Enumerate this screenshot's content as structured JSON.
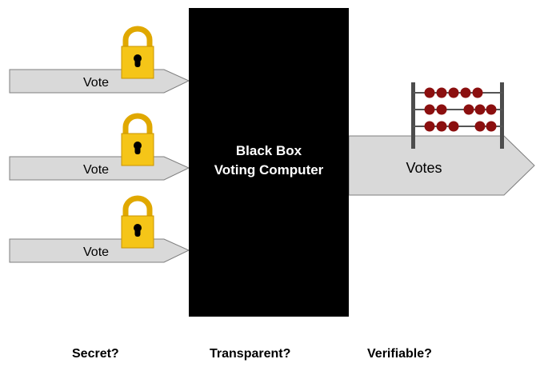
{
  "inputs": [
    {
      "label": "Vote"
    },
    {
      "label": "Vote"
    },
    {
      "label": "Vote"
    }
  ],
  "box": {
    "line1": "Black Box",
    "line2": "Voting Computer"
  },
  "output": {
    "label": "Votes"
  },
  "questions": [
    "Secret?",
    "Transparent?",
    "Verifiable?"
  ],
  "icons": {
    "lock": "padlock-icon",
    "abacus": "abacus-icon"
  },
  "colors": {
    "arrow_fill": "#d9d9d9",
    "arrow_stroke": "#7f7f7f",
    "box": "#000000",
    "lock_body": "#f5c518",
    "lock_shackle": "#e0a800",
    "abacus_frame": "#4d4d4d",
    "abacus_bead": "#8b0f0f"
  }
}
